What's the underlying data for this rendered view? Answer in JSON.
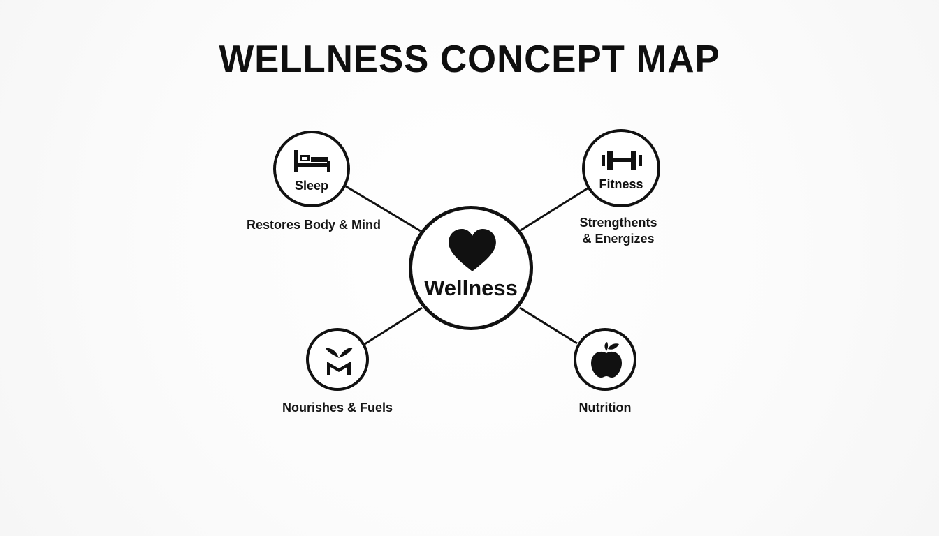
{
  "title": "WELLNESS CONCEPT MAP",
  "center": {
    "label": "Wellness",
    "icon": "heart-icon"
  },
  "nodes": [
    {
      "id": "sleep",
      "label": "Sleep",
      "caption": "Restores Body & Mind",
      "icon": "bed-icon"
    },
    {
      "id": "fitness",
      "label": "Fitness",
      "caption_lines": [
        "Strengthents",
        "& Energizes"
      ],
      "icon": "dumbbell-icon"
    },
    {
      "id": "nourish",
      "caption": "Nourishes & Fuels",
      "icon": "sprout-icon"
    },
    {
      "id": "nutrition",
      "caption": "Nutrition",
      "icon": "apple-icon"
    }
  ],
  "colors": {
    "ink": "#111111",
    "background": "#fafafa"
  }
}
